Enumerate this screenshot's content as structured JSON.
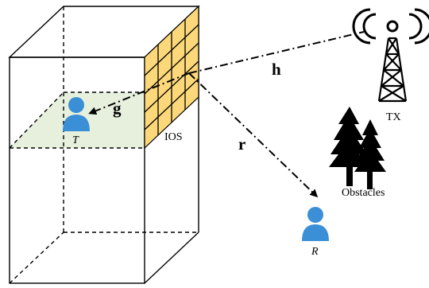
{
  "labels": {
    "h": "h",
    "g": "g",
    "r": "r",
    "ios": "IOS",
    "tx": "TX",
    "t": "T",
    "r_user": "R",
    "obstacles": "Obstacles"
  },
  "colors": {
    "ios_fill": "#fcd87a",
    "floor_fill": "#e6f0dd",
    "user_fill": "#3a8fd6",
    "line": "#000000"
  },
  "icons": {
    "tower": "tx-tower-icon",
    "tree": "pine-tree-icon",
    "user": "user-icon"
  }
}
